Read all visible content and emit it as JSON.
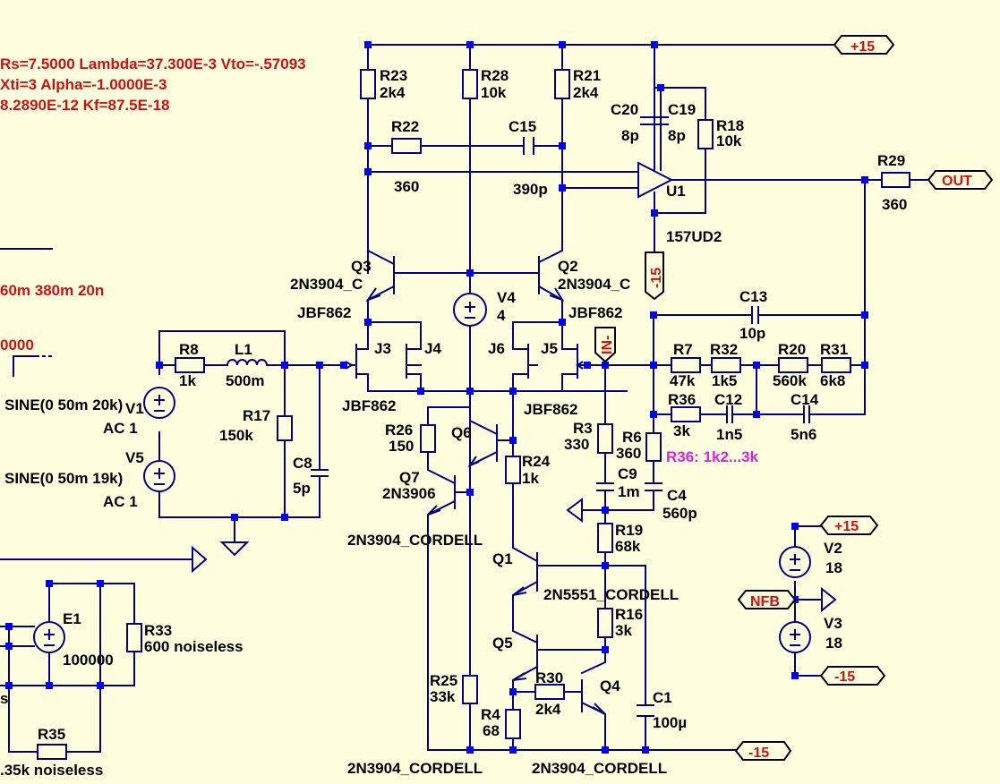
{
  "colors": {
    "background": "#ffffe0",
    "wire": "#000080",
    "component": "#000080",
    "junction": "#0000ee",
    "text": "#000000",
    "spice_text": "#cc1111",
    "note_text": "#dd22dd"
  },
  "spice_directive": {
    "line1": "Rs=7.5000 Lambda=37.300E-3 Vto=-.57093",
    "line2": "Xti=3 Alpha=-1.0000E-3",
    "line3": "8.2890E-12 Kf=87.5E-18",
    "line4": "60m 380m 20n",
    "line5": "0000"
  },
  "net_labels": {
    "vpos_top": "+15",
    "out": "OUT",
    "vneg_u1": "-15",
    "in": "IN-",
    "vpos_v2": "+15",
    "nfb": "NFB",
    "vneg_v3": "-15",
    "vneg_bottom": "-15"
  },
  "resistors": {
    "R23": {
      "name": "R23",
      "value": "2k4"
    },
    "R28": {
      "name": "R28",
      "value": "10k"
    },
    "R21": {
      "name": "R21",
      "value": "2k4"
    },
    "R22": {
      "name": "R22",
      "value": "360"
    },
    "R18": {
      "name": "R18",
      "value": "10k"
    },
    "R29": {
      "name": "R29",
      "value": "360"
    },
    "R8": {
      "name": "R8",
      "value": "1k"
    },
    "R17": {
      "name": "R17",
      "value": "150k"
    },
    "R26": {
      "name": "R26",
      "value": "150"
    },
    "R24": {
      "name": "R24",
      "value": "1k"
    },
    "R3": {
      "name": "R3",
      "value": "330"
    },
    "R6": {
      "name": "R6",
      "value": "360"
    },
    "R7": {
      "name": "R7",
      "value": "47k"
    },
    "R32": {
      "name": "R32",
      "value": "1k5"
    },
    "R20": {
      "name": "R20",
      "value": "560k"
    },
    "R31": {
      "name": "R31",
      "value": "6k8"
    },
    "R36": {
      "name": "R36",
      "value": "3k"
    },
    "R19": {
      "name": "R19",
      "value": "68k"
    },
    "R16": {
      "name": "R16",
      "value": "3k"
    },
    "R25": {
      "name": "R25",
      "value": "33k"
    },
    "R30": {
      "name": "R30",
      "value": "2k4"
    },
    "R4": {
      "name": "R4",
      "value": "68"
    },
    "R33": {
      "name": "R33",
      "value": "600 noiseless"
    },
    "R35": {
      "name": "R35",
      "value": ".35k noiseless"
    }
  },
  "capacitors": {
    "C15": {
      "name": "C15",
      "value": "390p"
    },
    "C20": {
      "name": "C20",
      "value": "8p"
    },
    "C19": {
      "name": "C19",
      "value": "8p"
    },
    "C13": {
      "name": "C13",
      "value": "10p"
    },
    "C12": {
      "name": "C12",
      "value": "1n5"
    },
    "C14": {
      "name": "C14",
      "value": "5n6"
    },
    "C8": {
      "name": "C8",
      "value": "5p"
    },
    "C9": {
      "name": "C9",
      "value": "1m"
    },
    "C4": {
      "name": "C4",
      "value": "560p"
    },
    "C1": {
      "name": "C1",
      "value": "100µ"
    }
  },
  "inductors": {
    "L1": {
      "name": "L1",
      "value": "500m"
    }
  },
  "transistors": {
    "Q3": {
      "name": "Q3",
      "model": "2N3904_C"
    },
    "Q2": {
      "name": "Q2",
      "model": "2N3904_C"
    },
    "Q6": {
      "name": "Q6",
      "model": ""
    },
    "Q7": {
      "name": "Q7",
      "model": "2N3906"
    },
    "Q6_model": "2N3904_CORDELL",
    "Q1": {
      "name": "Q1",
      "model": "2N5551_CORDELL"
    },
    "Q5": {
      "name": "Q5",
      "model": "2N3904_CORDELL"
    },
    "Q4": {
      "name": "Q4",
      "model": "2N3904_CORDELL"
    },
    "J3": {
      "name": "J3",
      "model": "JBF862"
    },
    "J4": {
      "name": "J4",
      "model": "JBF862"
    },
    "J5": {
      "name": "J5",
      "model": "JBF862"
    },
    "J6": {
      "name": "J6",
      "model": "JBF862"
    }
  },
  "sources": {
    "V1": {
      "name": "V1",
      "value": "SINE(0 50m 20k)",
      "ac": "AC 1"
    },
    "V5": {
      "name": "V5",
      "value": "SINE(0 50m 19k)",
      "ac": "AC 1"
    },
    "V4": {
      "name": "V4",
      "value": "4"
    },
    "V2": {
      "name": "V2",
      "value": "18"
    },
    "V3": {
      "name": "V3",
      "value": "18"
    },
    "E1": {
      "name": "E1",
      "value": "100000"
    },
    "s_fragment": "s"
  },
  "opamp": {
    "name": "U1",
    "model": "157UD2"
  },
  "annotations": {
    "r36_note": "R36: 1k2...3k"
  }
}
